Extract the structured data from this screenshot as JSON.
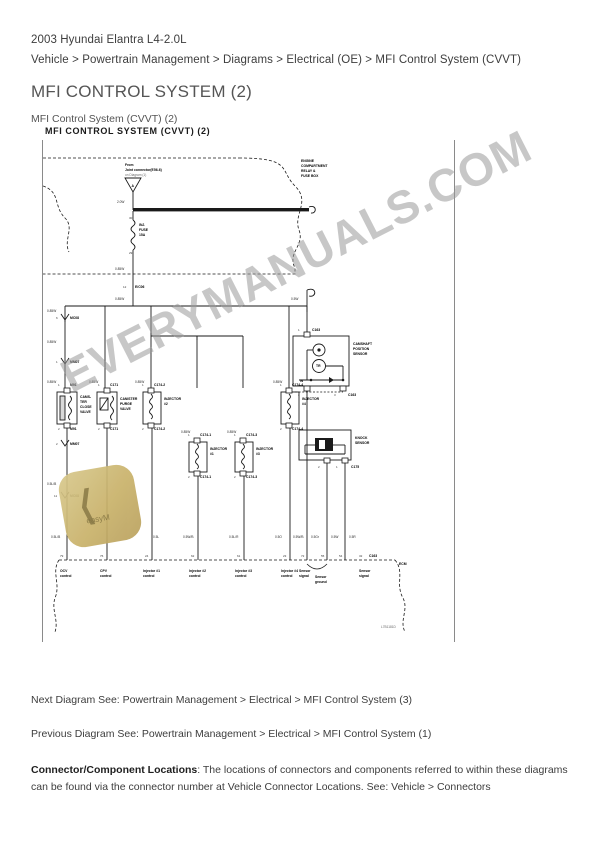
{
  "header": {
    "vehicle": "2003 Hyundai Elantra L4-2.0L",
    "breadcrumb": "Vehicle > Powertrain Management > Diagrams > Electrical (OE) > MFI Control System (CVVT)",
    "title": "MFI CONTROL SYSTEM (2)"
  },
  "diagram": {
    "caption": "MFI Control System (CVVT) (2)",
    "inner_title": "MFI CONTROL SYSTEM (CVVT) (2)",
    "figure_id": "L7B1181D",
    "watermark": "EVERYMANUALS.COM",
    "logo_text": "easyM",
    "top_source": {
      "line1": "From",
      "line2": "Joint connector(E56-6)",
      "line3": "on Diagram (1)",
      "triangle_label": "A"
    },
    "fuse_box_label": "ENGINE\nCOMPARTMENT\nRELAY &\nFUSE BOX",
    "fuse": {
      "name1": "INJ.",
      "name2": "FUSE",
      "rating": "15A",
      "pin_top": "30",
      "pin_bottom": "29"
    },
    "ground_ref": {
      "pin": "12",
      "label": "E/C06"
    },
    "components": [
      {
        "id": "ocv",
        "name": "CAMS-\nTER\nCLOSE\nVALVE",
        "conn_top": "M91",
        "conn_bottom": "M91",
        "pin_top": "1",
        "pin_bottom": "2"
      },
      {
        "id": "cpv",
        "name": "CANISTER\nPURGE\nVALVE",
        "conn_top": "C171",
        "conn_bottom": "C171",
        "pin_top": "1",
        "pin_bottom": "2"
      },
      {
        "id": "inj2",
        "name": "INJECTOR\n#2",
        "conn_top": "C174-2",
        "conn_bottom": "C174-2",
        "pin_top": "1",
        "pin_bottom": "2"
      },
      {
        "id": "inj4",
        "name": "INJECTOR\n#4",
        "conn_top": "C174-4",
        "conn_bottom": "C174-4",
        "pin_top": "1",
        "pin_bottom": "2"
      },
      {
        "id": "inj1",
        "name": "INJECTOR\n#1",
        "conn_top": "C174-1",
        "conn_bottom": "C174-1",
        "pin_top": "1",
        "pin_bottom": "2"
      },
      {
        "id": "inj3",
        "name": "INJECTOR\n#3",
        "conn_top": "C174-3",
        "conn_bottom": "C174-3",
        "pin_top": "1",
        "pin_bottom": "2"
      },
      {
        "id": "cmp",
        "name": "CAMSHAFT\nPOSITION\nSENSOR",
        "conn_top": "C163",
        "conn_bottom": "C163",
        "pin_top": "1",
        "pin_bottom_left": "2",
        "pin_bottom_right": "3"
      },
      {
        "id": "knock",
        "name": "KNOCK\nSENSOR",
        "conn_bottom": "C175",
        "pin_left": "2",
        "pin_right": "1"
      }
    ],
    "inline_connectors": [
      {
        "label": "MC08",
        "pin": "6"
      },
      {
        "label": "MM07",
        "pin": "1"
      },
      {
        "label": "MM07",
        "pin": "2"
      },
      {
        "label": "MC08",
        "pin": "11"
      }
    ],
    "ecm_label": "ECM",
    "ecm_pins": [
      {
        "pin": "79",
        "label": "OCV\ncontrol"
      },
      {
        "pin": "76",
        "label": "CPV\ncontrol"
      },
      {
        "pin": "24",
        "label": "Injector #1\ncontrol"
      },
      {
        "pin": "62",
        "label": "Injector #2\ncontrol"
      },
      {
        "pin": "61",
        "label": "Injector #3\ncontrol"
      },
      {
        "pin": "23",
        "label": "Injector #4\ncontrol"
      },
      {
        "pin": "72",
        "label": "Sensor\nsignal"
      },
      {
        "pin": "55",
        "label": "Sensor\nground"
      },
      {
        "pin": "54",
        "label": ""
      },
      {
        "pin": "32",
        "label": "Sensor\nsignal"
      }
    ],
    "ecm_connector": "C163",
    "wire_labels_upper": [
      "2.0W",
      "0.85W",
      "0.85W",
      "0.85W",
      "0.85W",
      "0.85W",
      "0.85W",
      "0.85W",
      "0.85W",
      "0.85W",
      "0.85W",
      "0.85W",
      "0.5W"
    ],
    "wire_labels_lower": [
      "0.5L/B",
      "0.5L",
      "0.5W/B",
      "0.5L/R",
      "0.5O",
      "0.5W/B",
      "0.5Gr",
      "0.5W",
      "0.5R"
    ],
    "cmp_marks": {
      "left": "W",
      "center": "TR",
      "top": "P"
    }
  },
  "footer": {
    "next": "Next Diagram See: Powertrain Management > Electrical > MFI Control System (3)",
    "previous": "Previous Diagram See: Powertrain Management > Electrical > MFI Control System (1)",
    "note_bold": "Connector/Component Locations",
    "note_rest": ": The locations of connectors and components referred to within these diagrams can be found via the connector number at Vehicle Connector Locations. See: Vehicle > Connectors"
  }
}
